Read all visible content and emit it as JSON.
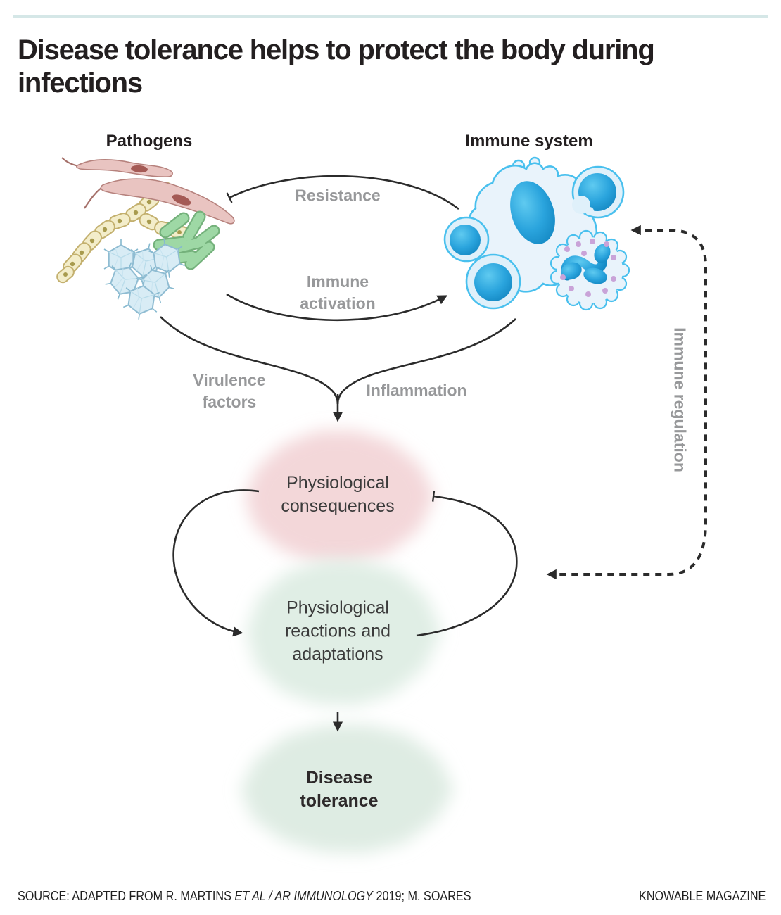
{
  "colors": {
    "rule_teal": "#d5e7e7",
    "title_text": "#231f20",
    "label_gray": "#97989a",
    "arrow_black": "#2b2b2b",
    "blob_pink": "#f2d4d6",
    "blob_green": "#deede4",
    "cell_outline_blue": "#49c0ee",
    "cell_fill_blue": "#e9f3fb",
    "nucleus_blue": "#2aa4dd",
    "worm_pink": "#e9c4c1",
    "fungus_cream": "#f3edca",
    "bacteria_green": "#9ed8a5",
    "virus_blue": "#d8ecf5",
    "granule_purple": "#c9a3d8"
  },
  "header": {
    "title": "Disease tolerance helps to protect the body during infections"
  },
  "diagram": {
    "pathogens_label": "Pathogens",
    "immune_system_label": "Immune system",
    "resistance_label": "Resistance",
    "immune_activation_label": "Immune activation",
    "virulence_factors_label": "Virulence factors",
    "inflammation_label": "Inflammation",
    "immune_regulation_label": "Immune regulation",
    "physiological_consequences_label": "Physiological consequences",
    "physiological_reactions_label": "Physiological reactions and adaptations",
    "disease_tolerance_label": "Disease tolerance"
  },
  "footer": {
    "source_prefix": "SOURCE: ADAPTED FROM R. MARTINS ",
    "source_italic": "ET AL / AR IMMUNOLOGY",
    "source_suffix": " 2019; M. SOARES",
    "credit": "KNOWABLE MAGAZINE"
  }
}
